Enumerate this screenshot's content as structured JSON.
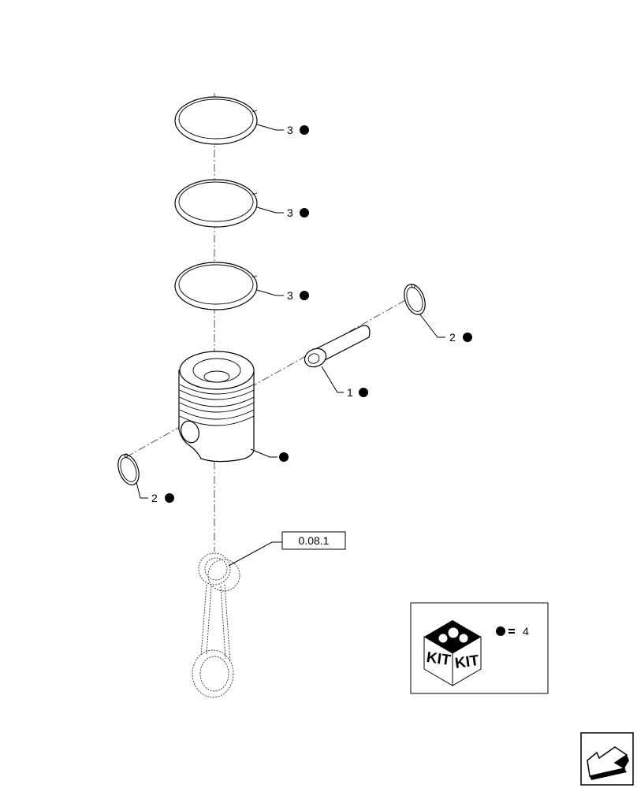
{
  "diagram": {
    "type": "exploded-parts-view",
    "subject": "piston assembly",
    "callouts": [
      {
        "id": "ring-1",
        "part_no": "3",
        "kit_marker": true
      },
      {
        "id": "ring-2",
        "part_no": "3",
        "kit_marker": true
      },
      {
        "id": "ring-3",
        "part_no": "3",
        "kit_marker": true
      },
      {
        "id": "circlip-right",
        "part_no": "2",
        "kit_marker": true
      },
      {
        "id": "piston-pin",
        "part_no": "1",
        "kit_marker": true
      },
      {
        "id": "piston",
        "part_no": "",
        "kit_marker": true
      },
      {
        "id": "circlip-left",
        "part_no": "2",
        "kit_marker": true
      }
    ],
    "reference_box": {
      "label": "0.08.1",
      "target": "connecting rod (phantom)"
    },
    "kit_legend": {
      "box_text_left": "KIT",
      "box_text_right": "KIT",
      "equals": "=",
      "kit_number": "4"
    },
    "nav": {
      "icon": "return-arrow-icon"
    }
  }
}
